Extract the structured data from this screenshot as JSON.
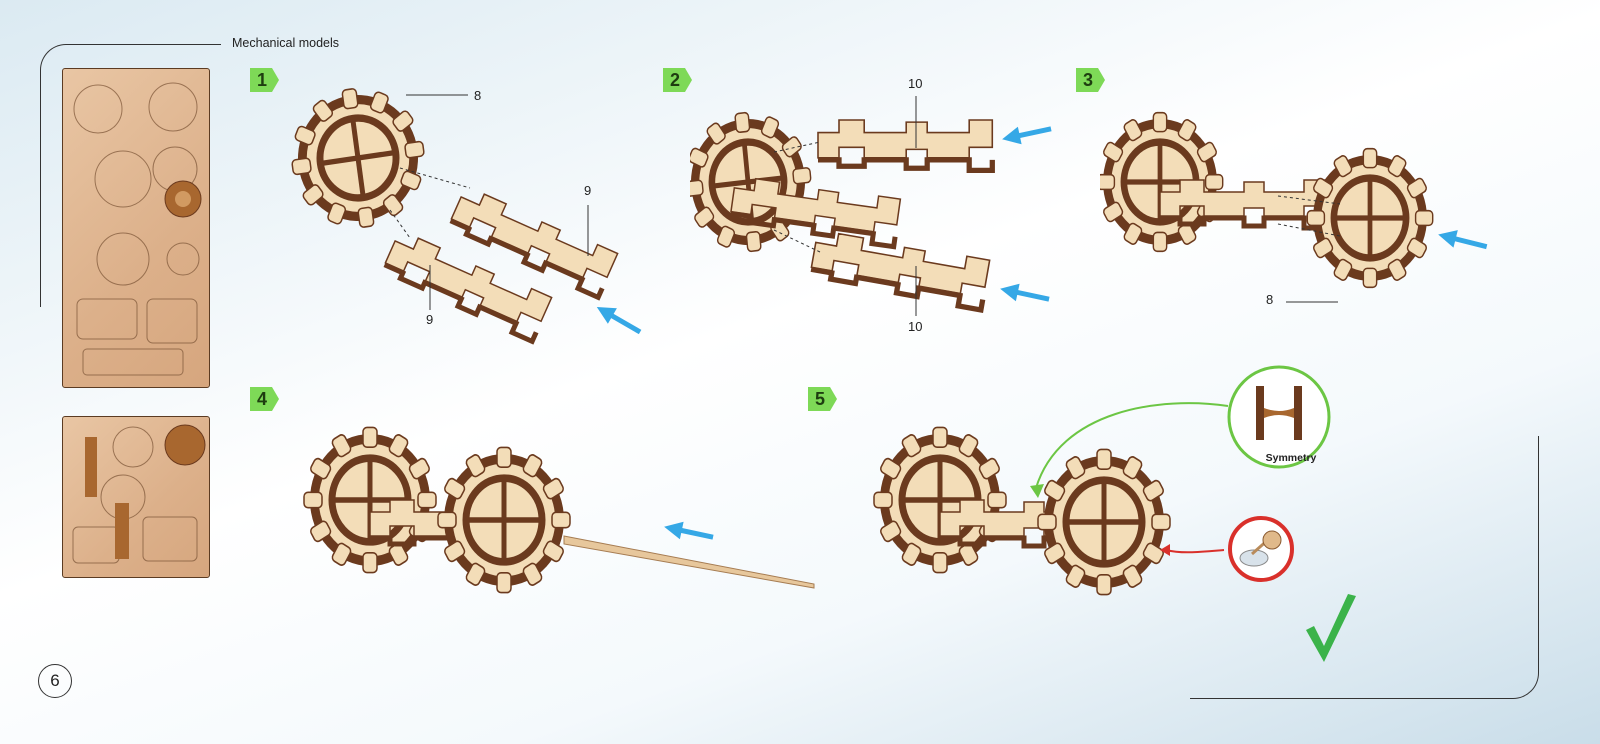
{
  "header": {
    "title": "Mechanical models"
  },
  "steps": [
    {
      "label": "1",
      "parts": [
        "8",
        "9",
        "9"
      ]
    },
    {
      "label": "2",
      "parts": [
        "10",
        "10"
      ]
    },
    {
      "label": "3",
      "parts": [
        "8"
      ]
    },
    {
      "label": "4",
      "parts": []
    },
    {
      "label": "5",
      "parts": []
    }
  ],
  "callouts": {
    "symmetry": "Symmetry"
  },
  "page": {
    "number": "6"
  },
  "colors": {
    "step_badge": "#7ed957",
    "wood_light": "#f3ddb8",
    "wood_dark": "#6b3a1e",
    "arrow_blue": "#35a8e6",
    "symmetry_ring": "#6cc644",
    "glue_ring": "#d9302b",
    "checkmark": "#3bb34a"
  },
  "icons": [
    "step-badge-icon",
    "push-arrow-icon",
    "checkmark-icon",
    "glue-icon",
    "symmetry-icon"
  ]
}
